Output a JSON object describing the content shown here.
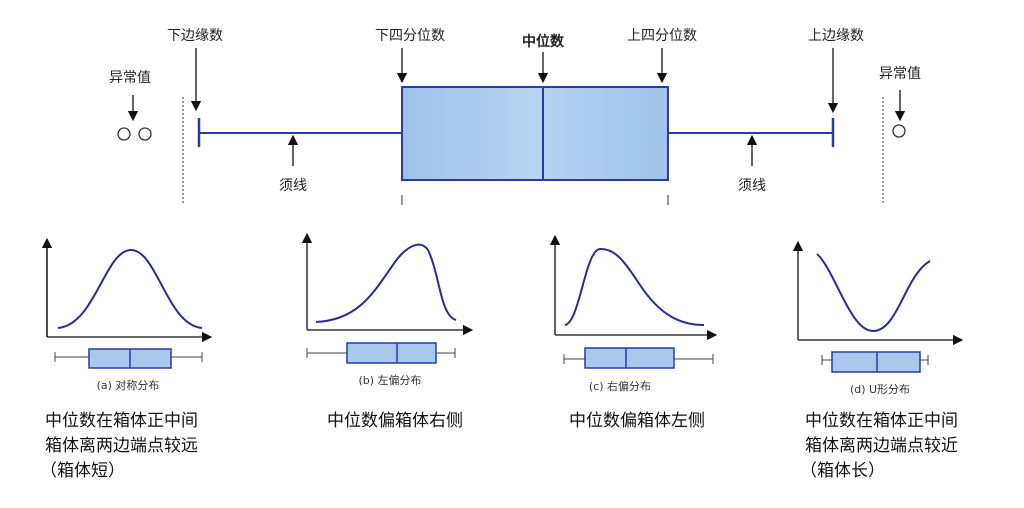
{
  "main": {
    "outlier_left": "异常值",
    "lower_whisker": "下边缘数",
    "q1": "下四分位数",
    "median": "中位数",
    "q3": "上四分位数",
    "upper_whisker": "上边缘数",
    "outlier_right": "异常值",
    "whisker_left": "须线",
    "whisker_right": "须线"
  },
  "panels": [
    {
      "caption": "(a) 对称分布",
      "desc": [
        "中位数在箱体正中间",
        "箱体离两边端点较远",
        "（箱体短）"
      ]
    },
    {
      "caption": "(b) 左偏分布",
      "desc": [
        "中位数偏箱体右侧"
      ]
    },
    {
      "caption": "(c) 右偏分布",
      "desc": [
        "中位数偏箱体左侧"
      ]
    },
    {
      "caption": "(d) U形分布",
      "desc": [
        "中位数在箱体正中间",
        "箱体离两边端点较近",
        "（箱体长）"
      ]
    }
  ],
  "colors": {
    "box_fill": "#a9c9ec",
    "line": "#2a3aa0",
    "curve": "#2a2a9a"
  }
}
